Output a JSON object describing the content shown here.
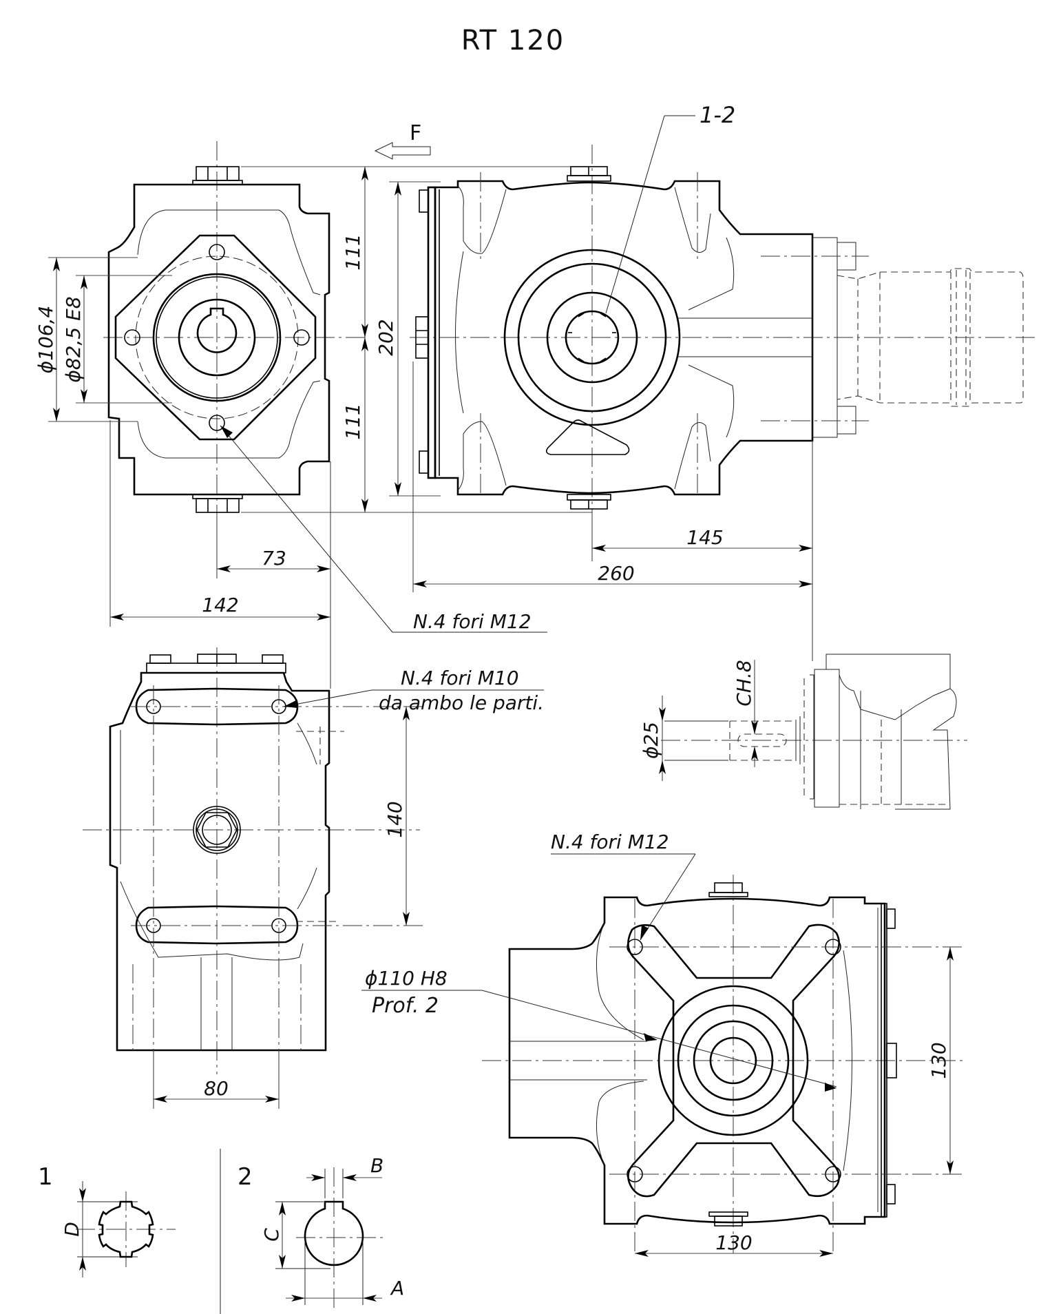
{
  "title": "RT 120",
  "direction_label": "F",
  "callouts": {
    "shaft_detail_ref": "1-2",
    "holes_top_view": "N.4 fori M12",
    "holes_side_view_line1": "N.4 fori M10",
    "holes_side_view_line2": "da ambo le parti.",
    "holes_front_view": "N.4 fori M12",
    "bore_line1": "ϕ110 H8",
    "bore_line2": "Prof. 2"
  },
  "dimensions": {
    "flange_outer_diameter": "ϕ106,4",
    "flange_pilot_diameter": "ϕ82,5 E8",
    "upper_half_height": "111",
    "lower_half_height": "111",
    "total_height": "202",
    "offset_73": "73",
    "width_142": "142",
    "shaft_offset_145": "145",
    "length_260": "260",
    "hole_spacing_140": "140",
    "hole_spacing_80": "80",
    "flange_holes_130_vertical": "130",
    "flange_holes_130_horizontal": "130",
    "shaft_diameter": "ϕ25",
    "key_width": "CH.8"
  },
  "details": {
    "detail_1": {
      "number": "1",
      "dim_label": "D"
    },
    "detail_2": {
      "number": "2",
      "dim_labels": [
        "B",
        "C",
        "A"
      ]
    }
  }
}
